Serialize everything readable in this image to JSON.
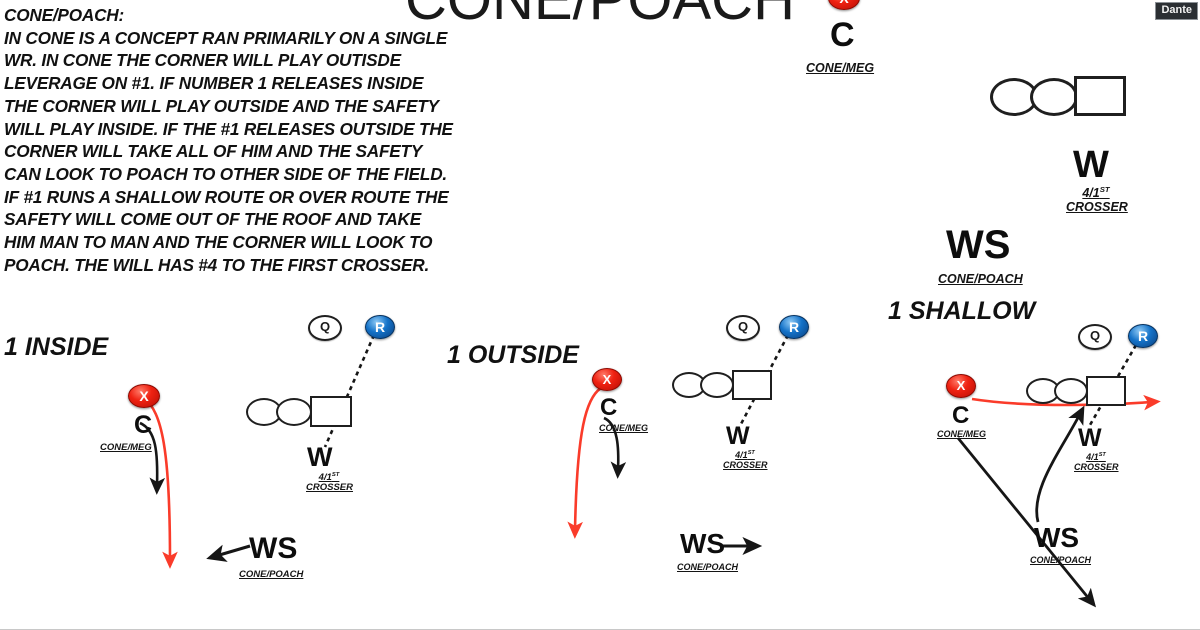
{
  "title": "CONE/POACH",
  "watermark": "Dante",
  "description": {
    "heading": "CONE/POACH:",
    "lines": [
      "IN CONE IS A CONCEPT RAN PRIMARILY ON A SINGLE",
      "WR. IN CONE THE CORNER WILL PLAY OUTISDE",
      "LEVERAGE ON #1. IF NUMBER 1 RELEASES INSIDE",
      "THE CORNER WILL PLAY OUTSIDE AND THE SAFETY",
      "WILL PLAY INSIDE. IF THE #1 RELEASES OUTSIDE THE",
      "CORNER WILL TAKE ALL OF HIM AND THE SAFETY",
      "CAN LOOK TO POACH TO OTHER SIDE OF THE FIELD.",
      "IF #1 RUNS A SHALLOW ROUTE OR OVER ROUTE THE",
      "SAFETY WILL COME OUT OF THE ROOF AND TAKE",
      "HIM MAN TO MAN AND THE CORNER WILL LOOK TO",
      "POACH. THE WILL HAS #4 TO THE FIRST CROSSER."
    ]
  },
  "labels": {
    "x": "X",
    "r": "R",
    "q": "Q",
    "corner": "C",
    "will": "W",
    "weak_safety": "WS",
    "cone_meg": "CONE/MEG",
    "cone_poach": "CONE/POACH",
    "crosser_num": "4/1",
    "crosser_sup": "ST",
    "crosser_word": "CROSSER"
  },
  "panels": {
    "top": {
      "title": ""
    },
    "inside": {
      "title": "1 INSIDE"
    },
    "outside": {
      "title": "1 OUTSIDE"
    },
    "shallow": {
      "title": "1 SHALLOW"
    }
  },
  "colors": {
    "receiver_red": "#ef2212",
    "receiver_blue": "#1472c8",
    "route_red": "#fa3b2a",
    "defender_black": "#161616",
    "title_black": "#1a1a1a"
  }
}
